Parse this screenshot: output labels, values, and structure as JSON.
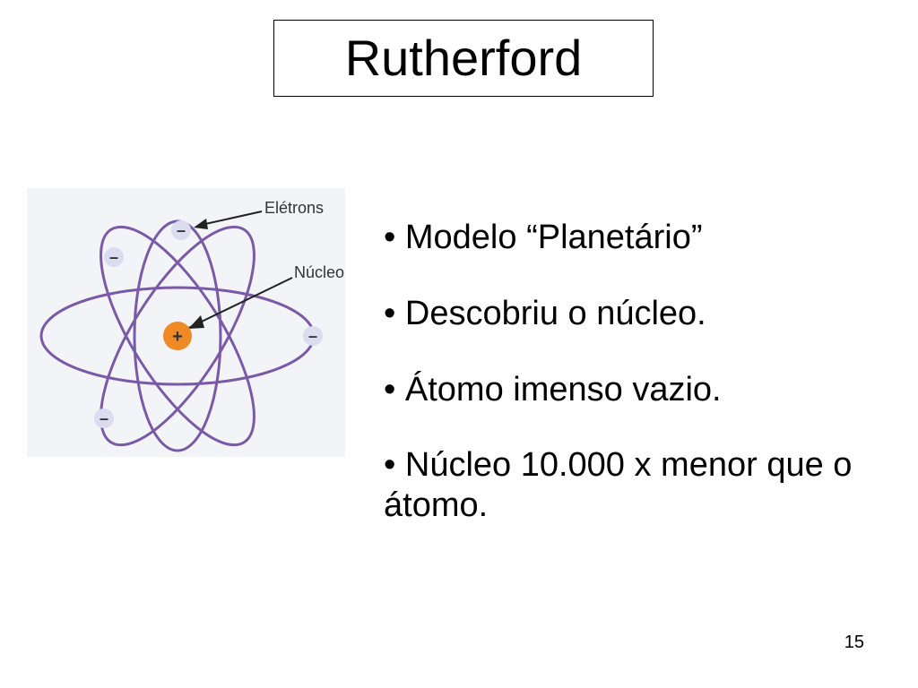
{
  "title": "Rutherford",
  "diagram": {
    "labels": {
      "electrons": "Elétrons",
      "nucleus": "Núcleo"
    },
    "nucleus_symbol": "+",
    "electron_symbol": "–",
    "colors": {
      "orbit": "#7a5aa8",
      "nucleus": "#f08a24",
      "electron_fill": "#dcdcf0",
      "background": "#f2f4f8"
    }
  },
  "bullets": [
    "Modelo “Planetário”",
    "Descobriu o núcleo.",
    "Átomo imenso vazio.",
    "Núcleo 10.000 x menor que o átomo."
  ],
  "page_number": "15"
}
